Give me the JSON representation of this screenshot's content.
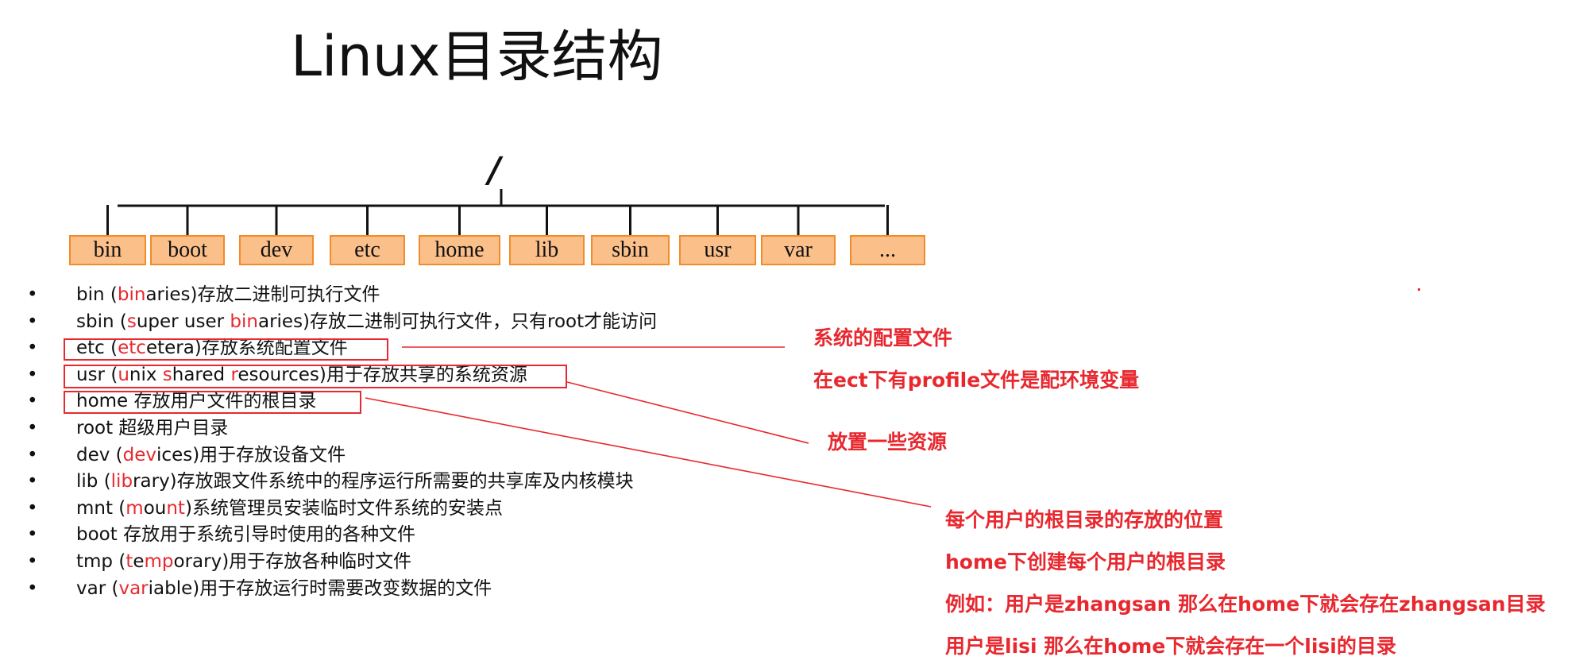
{
  "title": "Linux目录结构",
  "root": "/",
  "dirs": [
    "bin",
    "boot",
    "dev",
    "etc",
    "home",
    "lib",
    "sbin",
    "usr",
    "var",
    "..."
  ],
  "items": [
    [
      {
        "t": "bin  ("
      },
      {
        "t": "bin",
        "r": true
      },
      {
        "t": "aries)存放二进制可执行文件"
      }
    ],
    [
      {
        "t": "sbin  ("
      },
      {
        "t": "s",
        "r": true
      },
      {
        "t": "uper user "
      },
      {
        "t": "bin",
        "r": true
      },
      {
        "t": "aries)存放二进制可执行文件，只有root才能访问"
      }
    ],
    [
      {
        "t": "etc ("
      },
      {
        "t": "etc",
        "r": true
      },
      {
        "t": "etera)存放系统配置文件"
      }
    ],
    [
      {
        "t": "usr  ("
      },
      {
        "t": "u",
        "r": true
      },
      {
        "t": "nix "
      },
      {
        "t": "s",
        "r": true
      },
      {
        "t": "hared "
      },
      {
        "t": "r",
        "r": true
      },
      {
        "t": "esources)用于存放共享的系统资源"
      }
    ],
    [
      {
        "t": "home 存放用户文件的根目录"
      }
    ],
    [
      {
        "t": "root  超级用户目录"
      }
    ],
    [
      {
        "t": "dev ("
      },
      {
        "t": "dev",
        "r": true
      },
      {
        "t": "ices)用于存放设备文件"
      }
    ],
    [
      {
        "t": "lib  ("
      },
      {
        "t": "lib",
        "r": true
      },
      {
        "t": "rary)存放跟文件系统中的程序运行所需要的共享库及内核模块"
      }
    ],
    [
      {
        "t": "mnt  ("
      },
      {
        "t": "m",
        "r": true
      },
      {
        "t": "ou"
      },
      {
        "t": "nt",
        "r": true
      },
      {
        "t": ")系统管理员安装临时文件系统的安装点"
      }
    ],
    [
      {
        "t": "boot 存放用于系统引导时使用的各种文件"
      }
    ],
    [
      {
        "t": "tmp  ("
      },
      {
        "t": "t",
        "r": true
      },
      {
        "t": "e"
      },
      {
        "t": "mp",
        "r": true
      },
      {
        "t": "orary)用于存放各种临时文件"
      }
    ],
    [
      {
        "t": "var  ("
      },
      {
        "t": "var",
        "r": true
      },
      {
        "t": "iable)用于存放运行时需要改变数据的文件"
      }
    ]
  ],
  "annotations": {
    "etc_1": "系统的配置文件",
    "etc_2": "在ect下有profile文件是配环境变量",
    "usr": "放置一些资源",
    "home_1": "每个用户的根目录的存放的位置",
    "home_2": "home下创建每个用户的根目录",
    "home_3": "例如：用户是zhangsan 那么在home下就会存在zhangsan目录",
    "home_4": "用户是lisi 那么在home下就会存在一个lisi的目录"
  },
  "colors": {
    "accent_red": "#e8282f",
    "box_fill": "#fbbf8a",
    "box_border": "#f28c28"
  }
}
